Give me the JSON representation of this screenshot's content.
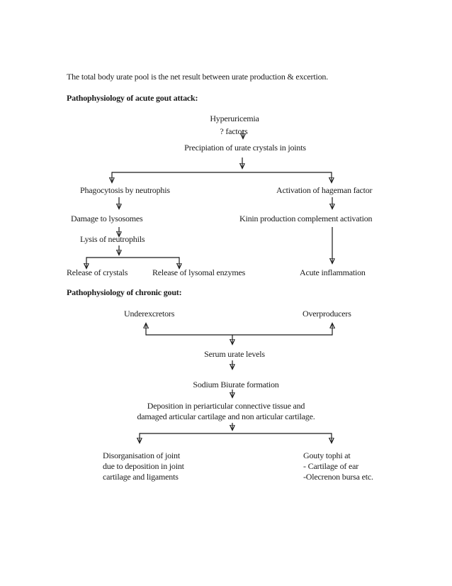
{
  "colors": {
    "ink": "#1b1b1b",
    "background": "#ffffff"
  },
  "intro": "The total body urate pool is the net result between urate production & excertion.",
  "acute": {
    "heading": "Pathophysiology of acute gout attack:",
    "hyperuricemia": "Hyperuricemia",
    "factors": "? factors",
    "precipitation": "Precipiation of urate crystals in joints",
    "phagocytosis": "Phagocytosis by neutrophis",
    "activation_hageman": "Activation of hageman factor",
    "damage_lysosomes": "Damage to lysosomes",
    "kinin_production": "Kinin production complement activation",
    "lysis_neutrophils": "Lysis of neutrophils",
    "release_crystals": "Release of crystals",
    "release_lysomal": "Release of lysomal enzymes",
    "acute_inflammation": "Acute inflammation"
  },
  "chronic": {
    "heading": "Pathophysiology of chronic gout:",
    "underexcretors": "Underexcretors",
    "overproducers": "Overproducers",
    "serum_urate": "Serum urate levels",
    "sodium_biurate": "Sodium Biurate formation",
    "deposition_line1": "Deposition in periarticular connective tissue and",
    "deposition_line2": "damaged articular cartilage and non articular cartilage.",
    "disorganisation_line1": "Disorganisation of joint",
    "disorganisation_line2": "due to deposition in joint",
    "disorganisation_line3": "cartilage and ligaments",
    "gouty_tophi_line1": "Gouty tophi at",
    "gouty_tophi_line2": "- Cartilage of ear",
    "gouty_tophi_line3": "-Olecrenon bursa etc."
  }
}
